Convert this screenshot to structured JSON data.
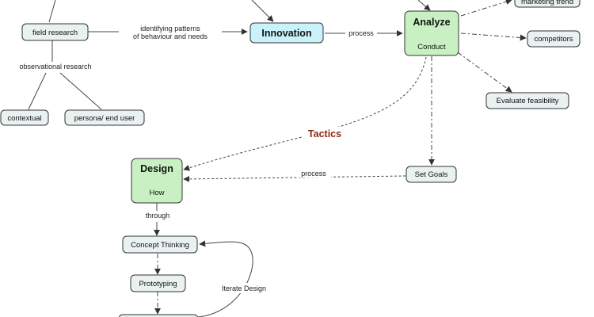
{
  "colors": {
    "innovation_fill": "#c9f2fb",
    "phase_fill": "#c9f0c3",
    "plain_fill": "#e9f2f1",
    "tactics_text": "#8b2b12"
  },
  "nodes": {
    "field_research": "field research",
    "innovation": "Innovation",
    "analyze_title": "Analyze",
    "analyze_sub": "Conduct",
    "marketing_trend": "marketing trend",
    "competitors": "competitors",
    "evaluate_feasibility": "Evaluate feasibility",
    "contextual": "contextual",
    "persona": "persona/ end user",
    "design_title": "Design",
    "design_sub": "How",
    "set_goals": "Set  Goals",
    "concept_thinking": "Concept Thinking",
    "prototyping": "Prototyping"
  },
  "labels": {
    "identifying_1": "identifying patterns",
    "identifying_2": "of behaviour and needs",
    "process_top": "process",
    "observational": "observational  research",
    "tactics": "Tactics",
    "process_mid": "process",
    "through": "through",
    "iterate_design": "Iterate Design"
  }
}
